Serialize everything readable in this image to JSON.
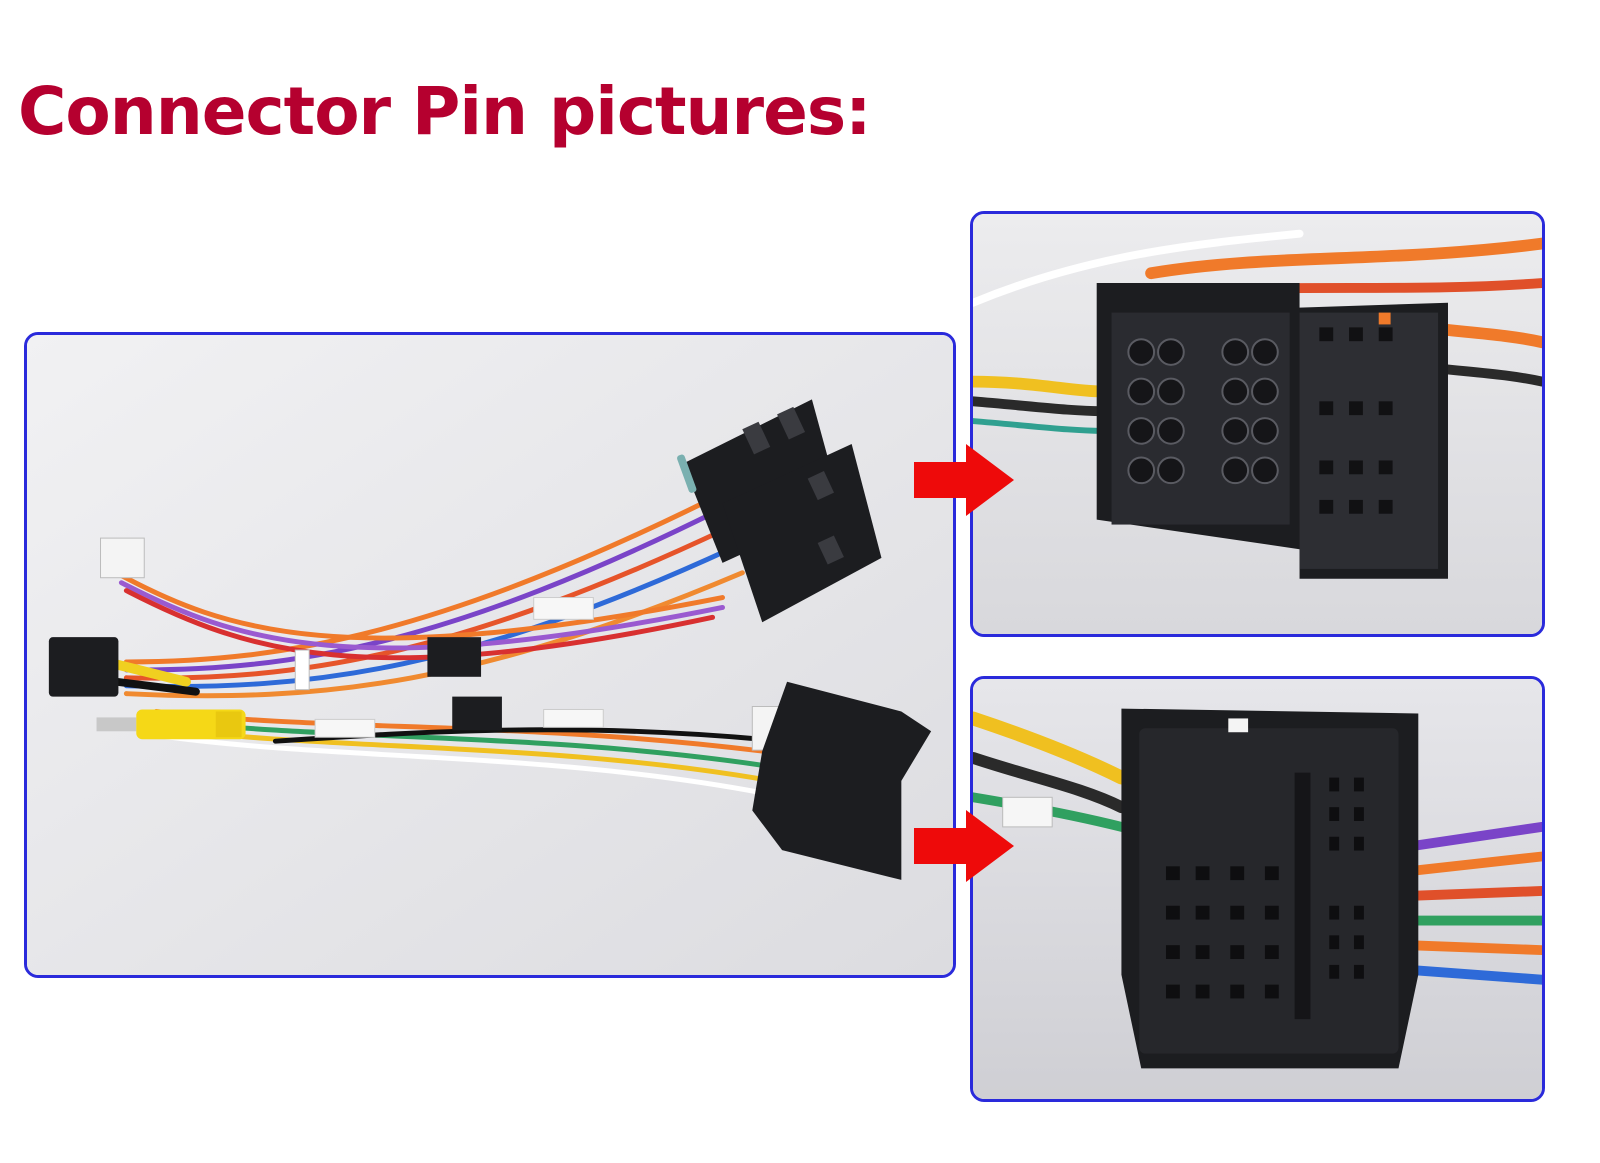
{
  "title": "Connector Pin pictures:",
  "colors": {
    "title": "#b5002f",
    "frame": "#2a2adb",
    "arrow": "#ee0a0a",
    "panel_bg": "#e9e9eb",
    "connector": "#1c1d20"
  },
  "panels": [
    {
      "name": "harness-overview-photo",
      "content": "wiring harness with connectors"
    },
    {
      "name": "connector-pins-closeup-1",
      "content": "ISO connector pin face"
    },
    {
      "name": "connector-pins-closeup-2",
      "content": "Quadlock connector pin face"
    }
  ],
  "icons": [
    "arrow-right-icon",
    "arrow-right-icon"
  ]
}
